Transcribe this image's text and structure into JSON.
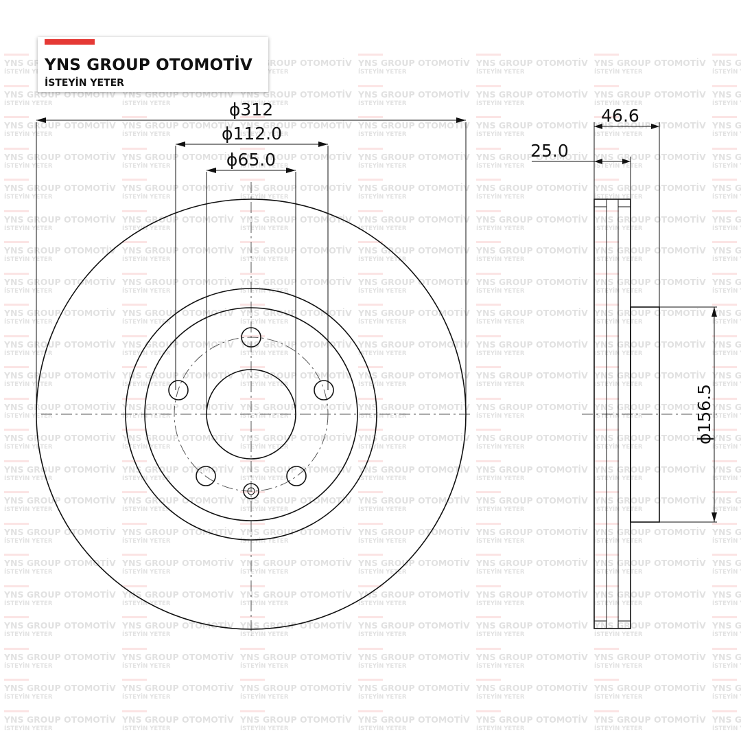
{
  "brand": {
    "name": "YNS GROUP OTOMOTİV",
    "slogan": "İSTEYİN YETER",
    "accent_color": "#e53935"
  },
  "watermark": {
    "line1": "YNS GROUP OTOMOTİV",
    "line2": "İSTEYİN YETER"
  },
  "dimensions": {
    "outer_diameter": "ϕ312",
    "bolt_circle": "ϕ112.0",
    "center_bore": "ϕ65.0",
    "total_height": "46.6",
    "disc_thickness": "25.0",
    "hat_diameter": "ϕ156.5"
  }
}
